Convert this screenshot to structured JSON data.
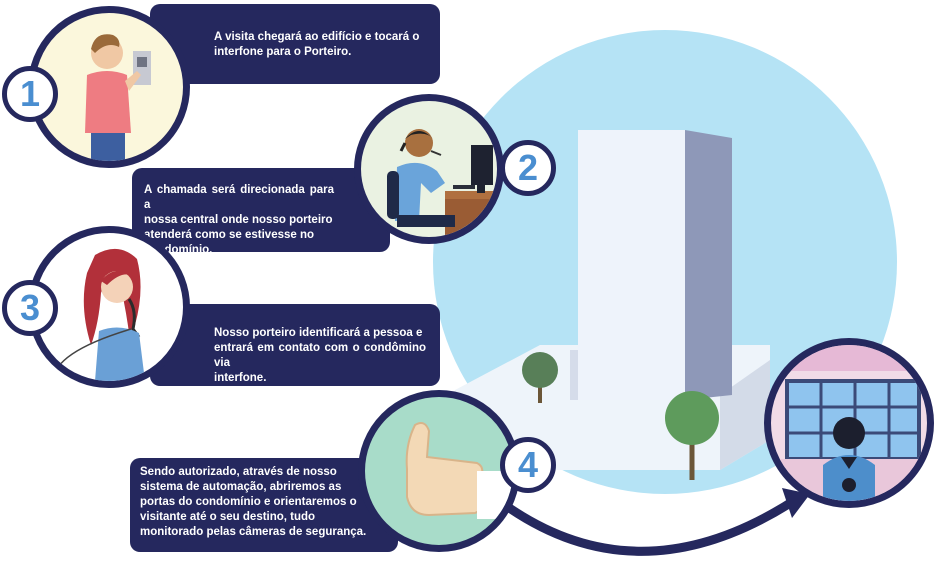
{
  "steps": [
    {
      "number": "1",
      "text_lines": [
        "A visita chegará ao edifício e tocará o",
        "interfone para o Porteiro."
      ]
    },
    {
      "number": "2",
      "text_lines": [
        "A chamada será direcionada para a",
        "nossa central onde nosso porteiro",
        "atenderá como se estivesse no",
        "condomínio."
      ]
    },
    {
      "number": "3",
      "text_lines": [
        "Nosso porteiro identificará a pessoa e",
        "entrará em contato com o condômino via",
        "interfone."
      ]
    },
    {
      "number": "4",
      "text_lines": [
        "Sendo autorizado, através de nosso",
        "sistema de automação, abriremos as",
        "portas do condomínio e orientaremos o",
        "visitante até o seu destino, tudo",
        "monitorado pelas câmeras de segurança."
      ]
    }
  ],
  "colors": {
    "navy": "#25285e",
    "number_blue": "#4a8ed0",
    "sky": "#b5e3f5",
    "building_light": "#eef3fb",
    "building_dark": "#8e98b8",
    "tree": "#5e9b5c"
  },
  "icons": [
    "visitor-at-intercom",
    "operator-with-headset",
    "woman-on-phone",
    "thumbs-up",
    "building-scene",
    "doorman-at-window",
    "curved-arrow"
  ]
}
